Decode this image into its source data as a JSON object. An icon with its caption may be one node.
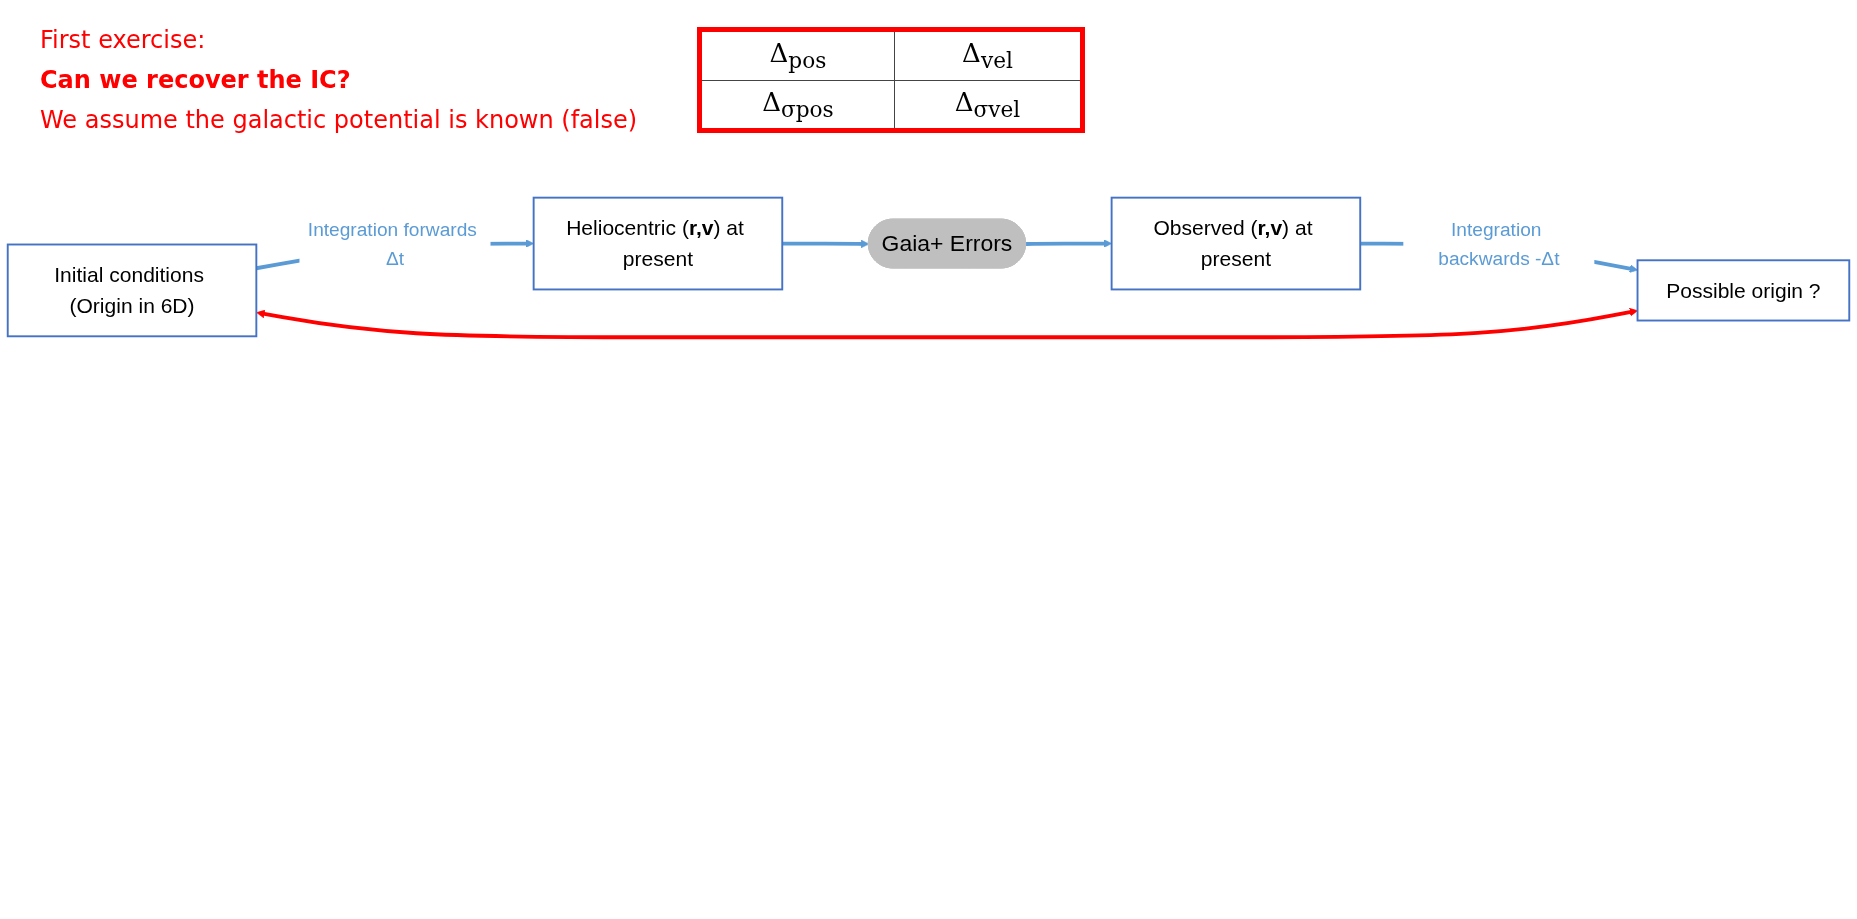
{
  "diagram": {
    "nodes": [
      {
        "text": [
          "Initial conditions (Origin in 6D)"
        ]
      },
      {
        "text": [
          "Heliocentric (**r,v**) at present"
        ]
      },
      {
        "text": [
          "Gaia+ Errors"
        ]
      },
      {
        "text": [
          "Observed (**r,v**) at present"
        ]
      },
      {
        "text": [
          "Possible origin ?"
        ]
      }
    ],
    "edges": [
      {
        "from": 0,
        "to": 1,
        "arrow": "to",
        "label": "Integration forwards Δt"
      },
      {
        "from": 1,
        "to": 2,
        "arrow": "to"
      },
      {
        "from": 2,
        "to": 3,
        "arrow": "to"
      },
      {
        "from": 3,
        "to": 4,
        "arrow": "to",
        "label": "Integration backwards -Δt"
      },
      {
        "from": 0,
        "to": 4,
        "arrow": "both",
        "color": "#ff0000"
      }
    ],
    "labels": [
      "First exercise:",
      "Can we recover the IC?",
      "We assume the galactic potential is known (false)",
      "Δ$_{pos}$",
      "Δ$_{vel}$",
      "Δ$_{σpos}$",
      "Δ$_{σvel}$"
    ]
  }
}
